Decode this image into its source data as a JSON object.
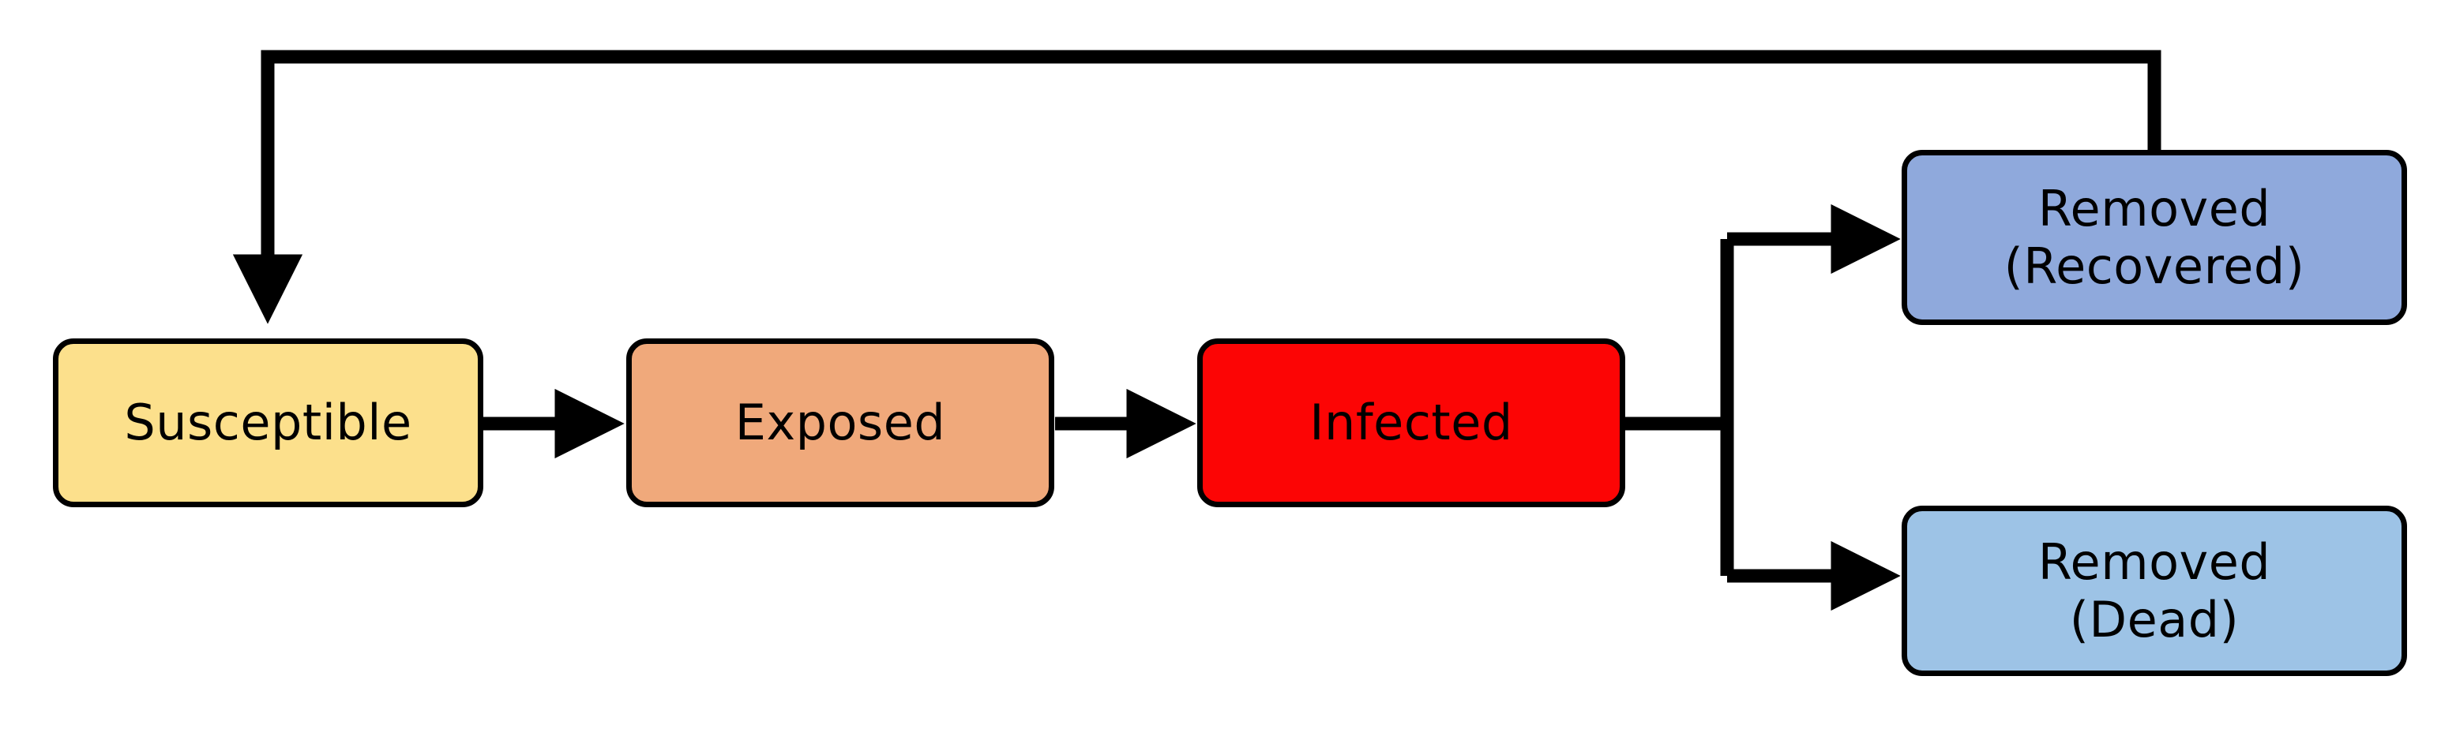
{
  "diagram": {
    "title": "SEIR compartmental model flow diagram",
    "background_color": "#ffffff",
    "stroke_color": "#000000",
    "nodes": [
      {
        "id": "susceptible",
        "label": "Susceptible",
        "lines": [
          "Susceptible"
        ],
        "fill": "#FCE08C"
      },
      {
        "id": "exposed",
        "label": "Exposed",
        "lines": [
          "Exposed"
        ],
        "fill": "#F0A97B"
      },
      {
        "id": "infected",
        "label": "Infected",
        "lines": [
          "Infected"
        ],
        "fill": "#FC0505"
      },
      {
        "id": "removed_recovered",
        "label": "Removed (Recovered)",
        "lines": [
          "Removed",
          "(Recovered)"
        ],
        "fill": "#8FA9DC"
      },
      {
        "id": "removed_dead",
        "label": "Removed (Dead)",
        "lines": [
          "Removed",
          "(Dead)"
        ],
        "fill": "#9DC3E6"
      }
    ],
    "edges": [
      {
        "id": "susceptible-to-exposed",
        "from": "susceptible",
        "to": "exposed",
        "arrow": true
      },
      {
        "id": "exposed-to-infected",
        "from": "exposed",
        "to": "infected",
        "arrow": true
      },
      {
        "id": "infected-to-split",
        "from": "infected",
        "to": "split-junction",
        "arrow": false
      },
      {
        "id": "split-to-recovered",
        "from": "split-junction",
        "to": "removed_recovered",
        "arrow": true
      },
      {
        "id": "split-to-dead",
        "from": "split-junction",
        "to": "removed_dead",
        "arrow": true
      },
      {
        "id": "recovered-to-susceptible",
        "from": "removed_recovered",
        "to": "susceptible",
        "arrow": true
      }
    ]
  }
}
